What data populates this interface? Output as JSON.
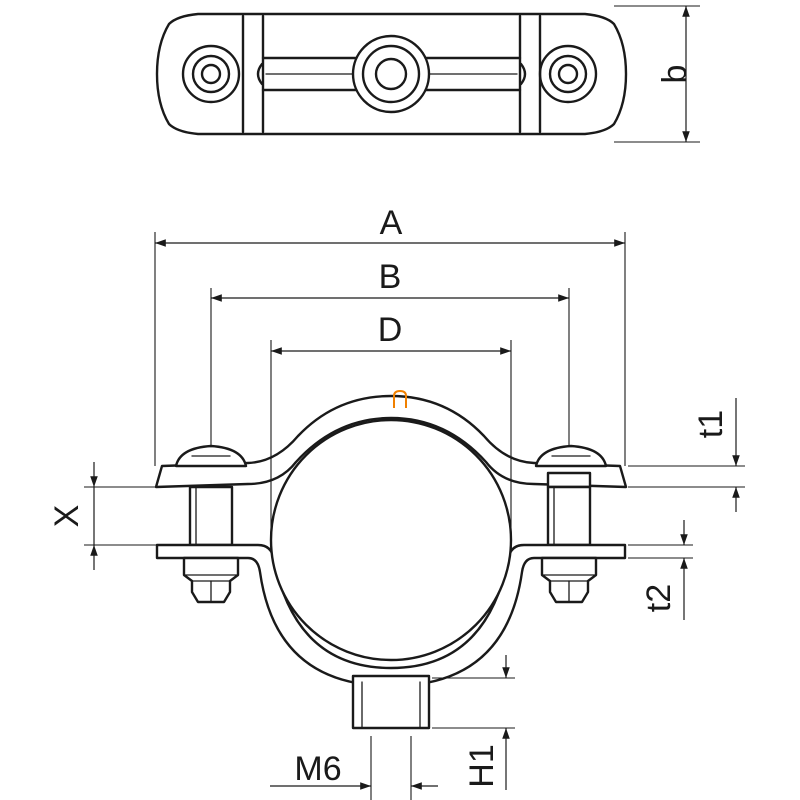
{
  "dimensions": {
    "A": "A",
    "B": "B",
    "D": "D",
    "b": "b",
    "X": "X",
    "t1": "t1",
    "t2": "t2",
    "M6": "M6",
    "H1": "H1"
  },
  "colors": {
    "line": "#1a1a1a",
    "marker": "#f08000",
    "background": "#ffffff"
  }
}
